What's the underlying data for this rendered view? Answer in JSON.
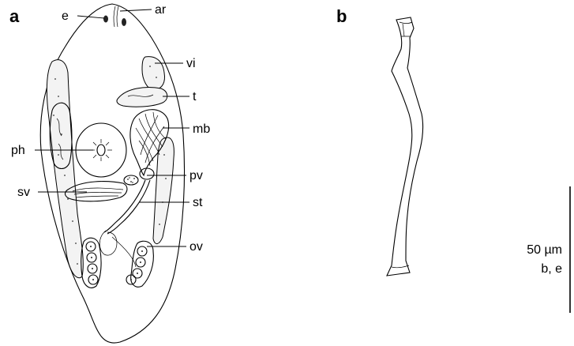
{
  "panels": [
    {
      "letter": "a"
    },
    {
      "letter": "b"
    }
  ],
  "labels": {
    "e": "e",
    "ar": "ar",
    "vi": "vi",
    "t": "t",
    "mb": "mb",
    "ph": "ph",
    "pv": "pv",
    "sv": "sv",
    "st": "st",
    "ov": "ov"
  },
  "scale_bar": {
    "value": "50 µm",
    "applies_to": "b, e"
  }
}
